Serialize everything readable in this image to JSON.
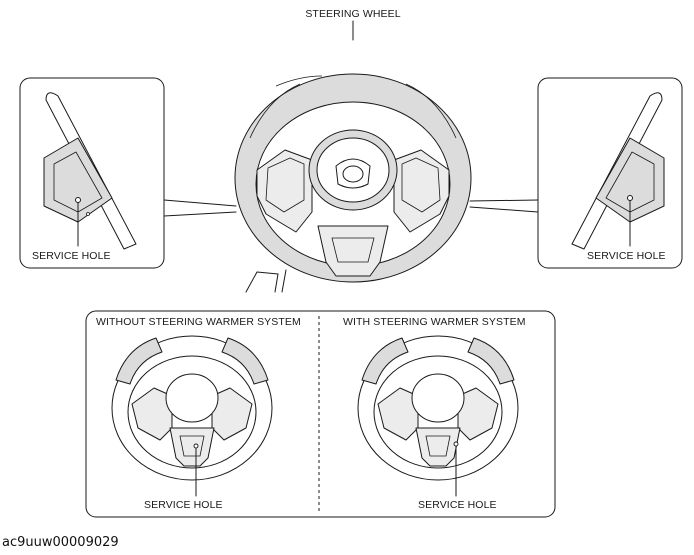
{
  "labels": {
    "steering_wheel": "STEERING WHEEL",
    "service_hole_left": "SERVICE HOLE",
    "service_hole_right": "SERVICE HOLE",
    "without_warmer": "WITHOUT STEERING WARMER SYSTEM",
    "with_warmer": "WITH STEERING WARMER SYSTEM",
    "service_hole_without": "SERVICE HOLE",
    "service_hole_with": "SERVICE HOLE"
  },
  "figure_code": "ac9uuw00009029",
  "colors": {
    "line": "#1a1a1a",
    "shade": "#dcdcdc",
    "light_shade": "#ececec",
    "background": "#ffffff"
  }
}
